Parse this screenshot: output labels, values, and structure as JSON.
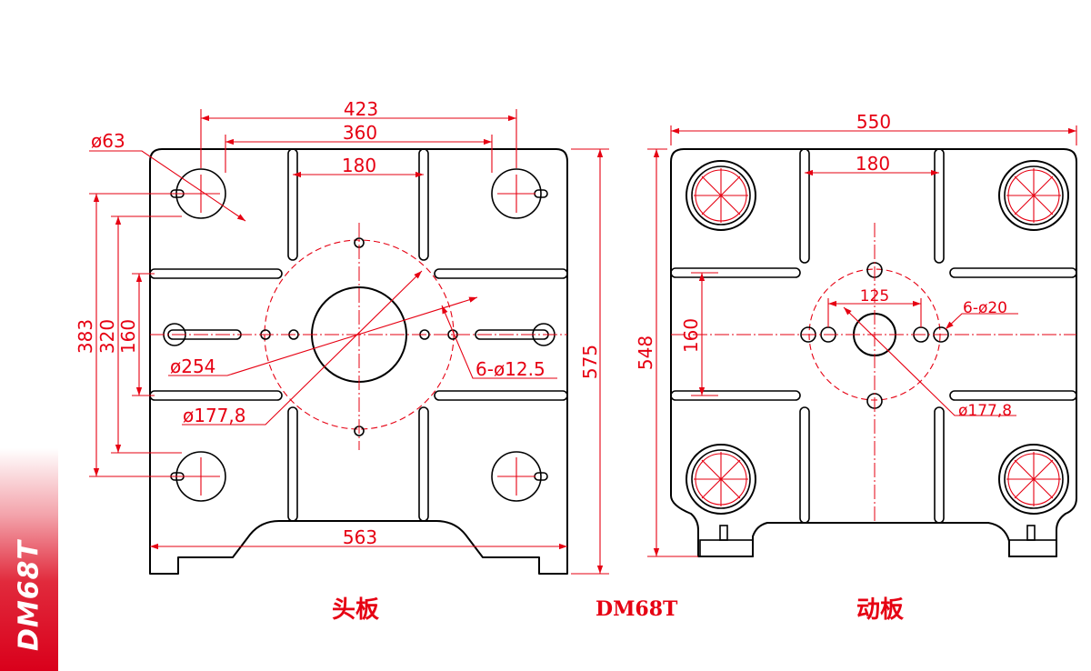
{
  "side_tab": {
    "label": "DM68T"
  },
  "model": "DM68T",
  "fixed_platen": {
    "caption": "头板",
    "dims": {
      "overall_width": "423",
      "hole_span": "360",
      "slot_span": "180",
      "hole_dia": "ø63",
      "height_383": "383",
      "height_320": "320",
      "height_160": "160",
      "height_575": "575",
      "ring_dia": "ø254",
      "pcd": "ø177,8",
      "holes": "6-ø12.5",
      "bottom_width": "563"
    }
  },
  "moving_platen": {
    "caption": "动板",
    "dims": {
      "overall_width": "550",
      "slot_span": "180",
      "holes_span": "125",
      "holes": "6-ø20",
      "height_548": "548",
      "height_160": "160",
      "pcd": "ø177,8"
    }
  },
  "colors": {
    "outline": "#000000",
    "dimension": "#e60012",
    "tab": "#d9001b"
  }
}
